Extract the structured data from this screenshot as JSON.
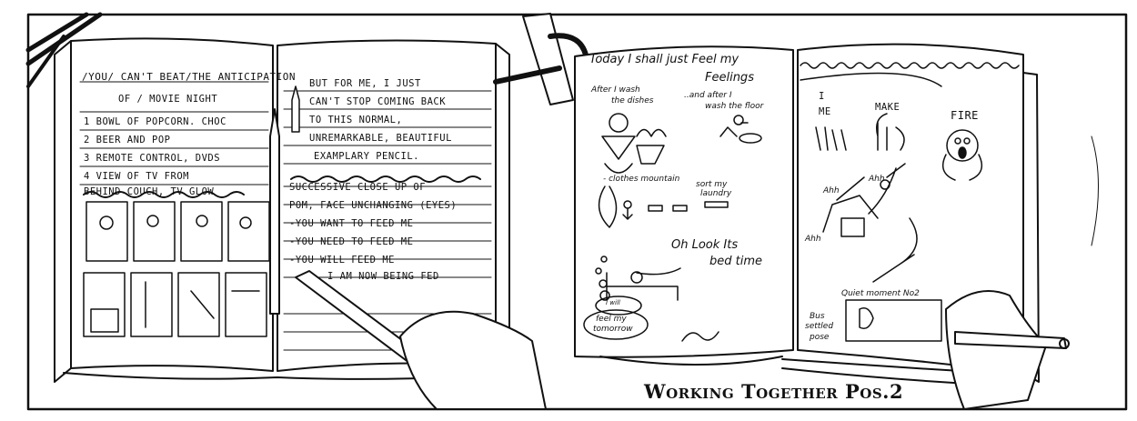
{
  "caption": "Working Together Pos.2",
  "left_book": {
    "left_page": [
      "/You/ Can't Beat/The Anticipation",
      "Of / Movie Night",
      "1 Bowl of Popcorn. Choc",
      "2 Beer and Pop",
      "3 Remote Control, DVDs",
      "4 View of TV from",
      "Behind couch, TV glow"
    ],
    "right_page": [
      "But for me, I just",
      "can't stop coming back",
      "to this normal,",
      "unremarkable, beautiful",
      "examplary pencil.",
      "Successive close up of",
      "Pom, face unchanging (eyes)",
      "-You want to feed me",
      "-You need to feed me",
      "-You will feed me",
      "I am now being fed"
    ]
  },
  "right_book": {
    "left_page": {
      "heading": "Today I shall just Feel my",
      "heading2": "Feelings",
      "note1a": "After I wash",
      "note1b": "the dishes",
      "note2a": "..and after I",
      "note2b": "wash the floor",
      "note3": "- clothes mountain",
      "note4a": "sort my",
      "note4b": "laundry",
      "note5a": "Oh Look Its",
      "note5b": "bed time",
      "bubble1": "I will",
      "bubble2a": "feel my",
      "bubble2b": "tomorrow"
    },
    "right_page": {
      "word1": "I",
      "word2": "ME",
      "word3": "MAKE",
      "word4": "FIRE",
      "sound1": "Ahh",
      "sound2": "Ahh",
      "sound3": "Ahh",
      "quiet": "Quiet moment No2",
      "side1": "Bus",
      "side2": "settled",
      "side3": "pose"
    }
  }
}
